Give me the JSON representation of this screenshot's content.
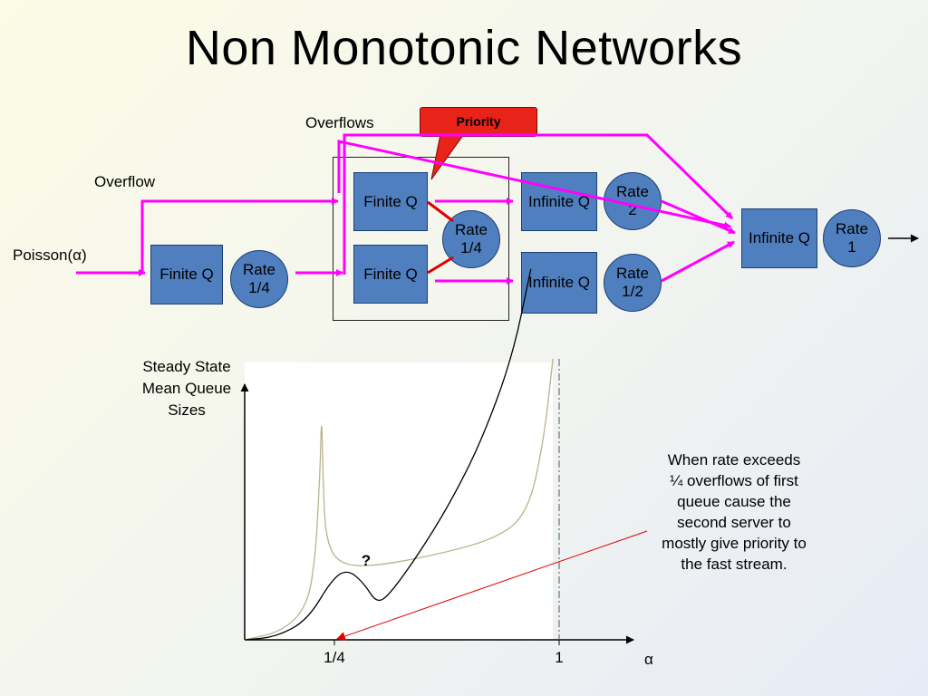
{
  "slide": {
    "title": "Non Monotonic Networks"
  },
  "diagram": {
    "labels": {
      "overflows": "Overflows",
      "overflow": "Overflow",
      "poisson": "Poisson(α)"
    },
    "callout": "Priority",
    "queues": {
      "first": "Finite Q",
      "top_finite": "Finite Q",
      "bottom_finite": "Finite Q",
      "top_infinite": "Infinite Q",
      "bottom_infinite": "Infinite Q",
      "final_infinite": "Infinite Q"
    },
    "servers": {
      "first_rate": "Rate\n1/4",
      "shared_rate": "Rate\n1/4",
      "fast_rate": "Rate\n2",
      "slow_rate": "Rate\n1/2",
      "final_rate": "Rate\n1"
    },
    "colors": {
      "flow": "#ff00ff",
      "queue_fill": "#4f7fbf",
      "server_link": "#e00000",
      "callout": "#e8231a"
    }
  },
  "chart_data": {
    "type": "line",
    "ylabel": "Steady State\nMean Queue\nSizes",
    "xlabel": "α",
    "x_ticks": [
      "1/4",
      "1"
    ],
    "series": [
      {
        "color": "#b9b48c",
        "points": [
          [
            0,
            0
          ],
          [
            0.12,
            0.03
          ],
          [
            0.2,
            0.12
          ],
          [
            0.225,
            0.3
          ],
          [
            0.235,
            0.5
          ],
          [
            0.24,
            0.62
          ],
          [
            0.245,
            0.82
          ],
          [
            0.25,
            0.52
          ],
          [
            0.26,
            0.35
          ],
          [
            0.3,
            0.27
          ],
          [
            0.4,
            0.26
          ],
          [
            0.6,
            0.3
          ],
          [
            0.8,
            0.36
          ],
          [
            0.9,
            0.45
          ],
          [
            0.95,
            0.7
          ],
          [
            0.98,
            1.0
          ]
        ]
      },
      {
        "color": "#000000",
        "points": [
          [
            0,
            0
          ],
          [
            0.1,
            0.01
          ],
          [
            0.2,
            0.07
          ],
          [
            0.28,
            0.22
          ],
          [
            0.33,
            0.25
          ],
          [
            0.38,
            0.2
          ],
          [
            0.42,
            0.13
          ],
          [
            0.46,
            0.16
          ],
          [
            0.55,
            0.3
          ],
          [
            0.65,
            0.48
          ],
          [
            0.75,
            0.7
          ],
          [
            0.85,
            1.0
          ],
          [
            0.91,
            1.32
          ]
        ]
      }
    ],
    "annotations": [
      "?"
    ]
  },
  "note": "When rate exceeds ¼ overflows of first queue cause the second server to mostly give priority to the fast stream."
}
